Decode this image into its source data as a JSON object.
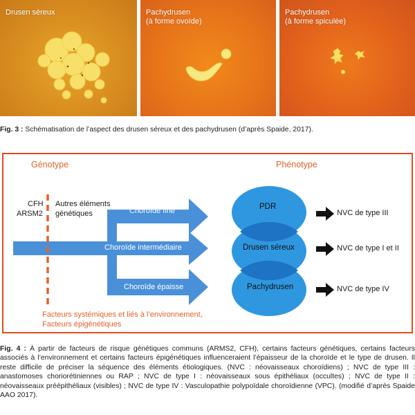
{
  "panels": [
    {
      "label": "Drusen séreux"
    },
    {
      "label": "Pachydrusen\n(à forme ovoïde)"
    },
    {
      "label": "Pachydrusen\n(à forme spiculée)"
    }
  ],
  "fig3": {
    "prefix": "Fig. 3 :",
    "text": " Schématisation de l’aspect des drusen séreux et des pachydrusen (d’après Spaide, 2017)."
  },
  "diagram": {
    "genotype": "Génotype",
    "phenotype": "Phénotype",
    "cfh": "CFH",
    "arms2": "ARSM2",
    "autres1": "Autres éléments",
    "autres2": "génétiques",
    "arrow_fine": "Choroïde fine",
    "arrow_inter": "Choroïde intermédiaire",
    "arrow_epaisse": "Choroïde épaisse",
    "circles": [
      "PDR",
      "Drusen séreux",
      "Pachydrusen"
    ],
    "outcomes": [
      "NVC de type III",
      "NVC de type I et II",
      "NVC de type IV"
    ],
    "facteurs1": "Facteurs systémiques et liés à l’environnement,",
    "facteurs2": "Facteurs épigénétiques"
  },
  "fig4": {
    "prefix": "Fig. 4 :",
    "text": " À partir de facteurs de risque génétiques communs (ARMS2, CFH), certains facteurs génétiques, certains facteurs associés à l’environnement et certains facteurs épigénétiques influenceraient l’épaisseur de la choroïde et le type de drusen. Il reste difficile de préciser la séquence des éléments étiologiques. (NVC : néovaisseaux choroïdiens) ; NVC de type III : anastomoses choriorétiniennes ou RAP ; NVC de type I : néovaisseaux sous épithéliaux (occultes) ; NVC de type II : néovaisseaux préépithéliaux (visibles) ; NVC de type IV : Vasculopathie polypoïdale choroïdienne (VPC). (modifié d’après Spaide AAO 2017)."
  },
  "colors": {
    "accent": "#e4622a",
    "arrow_blue": "#4a90d9",
    "circle_blue": "#2f97e0",
    "overlap_blue": "#1e73c4"
  }
}
